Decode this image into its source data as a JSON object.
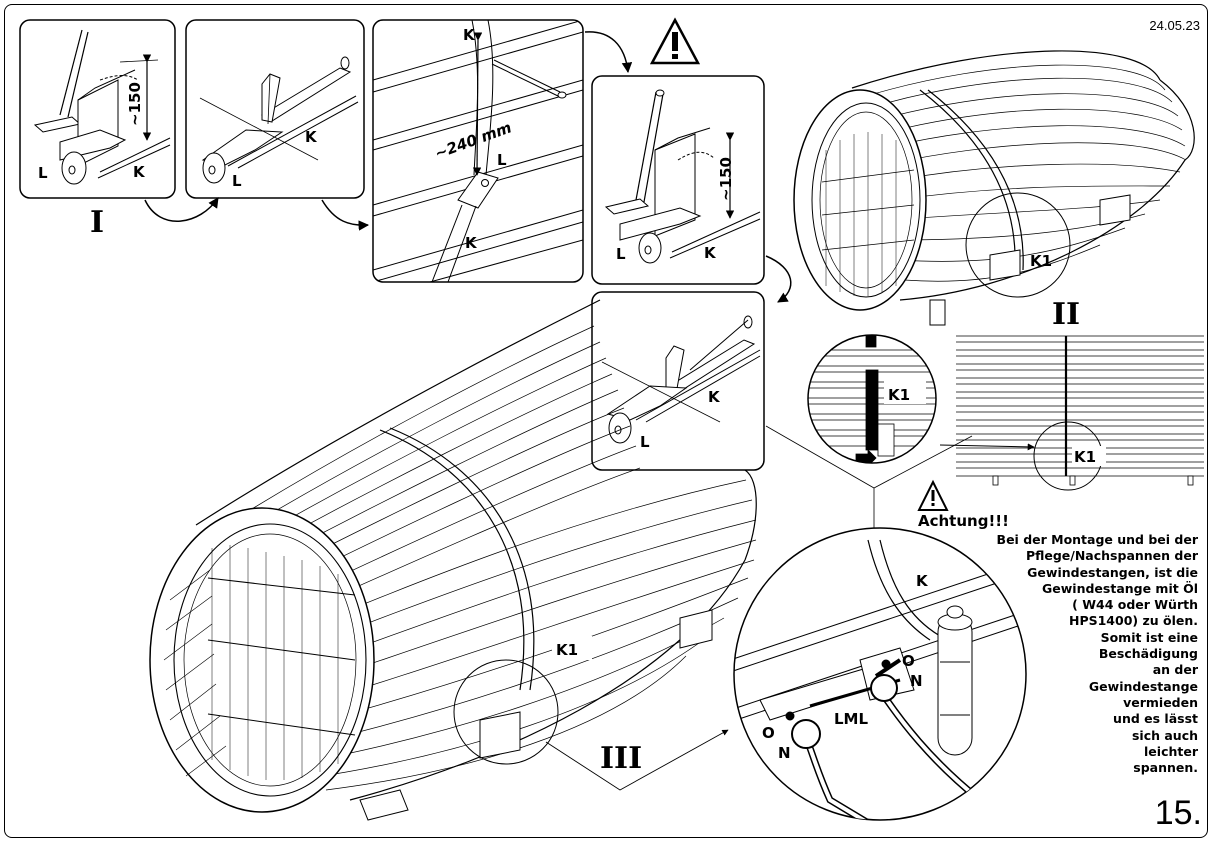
{
  "header": {
    "date": "24.05.23"
  },
  "footer": {
    "page_number": "15."
  },
  "warning": {
    "title": "Achtung!!!",
    "lines": [
      "Bei der Montage und bei der",
      "Pflege/Nachspannen der",
      "Gewindestangen, ist die",
      "Gewindestange mit Öl",
      "( W44 oder Würth",
      "HPS1400) zu ölen.",
      "Somit ist eine",
      "Beschädigung",
      "an der",
      "Gewindestange",
      "vermieden",
      "und es lässt",
      "sich auch",
      "leichter",
      "spannen."
    ]
  },
  "steps": {
    "step1": "I",
    "step2": "II",
    "step3": "III"
  },
  "labels": {
    "L": "L",
    "K": "K",
    "K1": "K1",
    "O": "O",
    "N": "N",
    "LML": "LML",
    "dim_150": "~150",
    "dim_240": "~240 mm"
  }
}
